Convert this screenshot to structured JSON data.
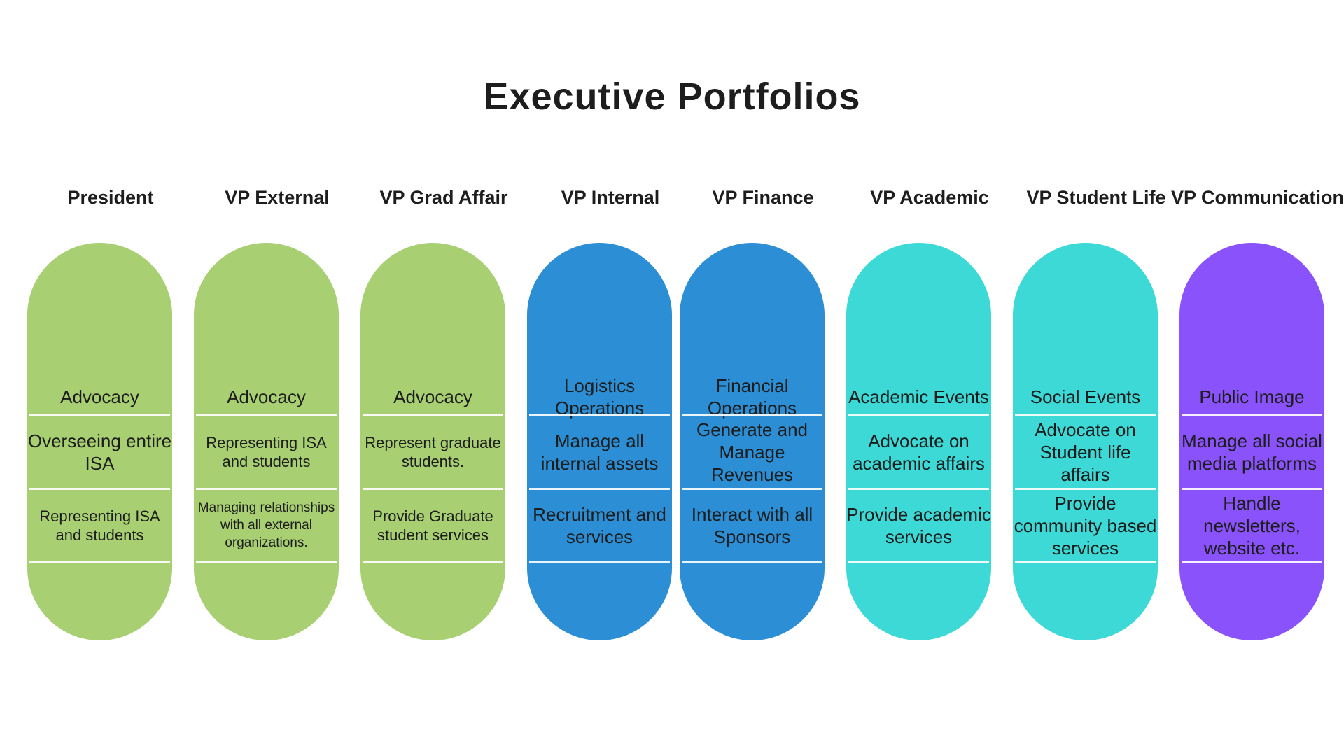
{
  "title": "Executive Portfolios",
  "colors": {
    "green": "#a8cf72",
    "blue": "#2c8fd6",
    "teal": "#3dd9d6",
    "purple": "#8a52fb"
  },
  "portfolios": [
    {
      "role": "President",
      "color": "#a8cf72",
      "duties": [
        "Advocacy",
        "Overseeing entire ISA",
        "Representing ISA and students"
      ]
    },
    {
      "role": "VP External",
      "color": "#a8cf72",
      "duties": [
        "Advocacy",
        "Representing ISA and students",
        "Managing relationships with all external organizations."
      ]
    },
    {
      "role": "VP Grad Affair",
      "color": "#a8cf72",
      "duties": [
        "Advocacy",
        "Represent graduate students.",
        "Provide Graduate student services"
      ]
    },
    {
      "role": "VP Internal",
      "color": "#2c8fd6",
      "duties": [
        "Logistics Operations",
        "Manage all internal assets",
        "Recruitment and services"
      ]
    },
    {
      "role": "VP Finance",
      "color": "#2c8fd6",
      "duties": [
        "Financial Operations",
        "Generate and Manage Revenues",
        "Interact with all Sponsors"
      ]
    },
    {
      "role": "VP Academic",
      "color": "#3dd9d6",
      "duties": [
        "Academic Events",
        "Advocate on academic affairs",
        "Provide academic services"
      ]
    },
    {
      "role": "VP Student Life",
      "color": "#3dd9d6",
      "duties": [
        "Social Events",
        "Advocate on Student life affairs",
        "Provide community based services"
      ]
    },
    {
      "role": "VP Communications",
      "color": "#8a52fb",
      "duties": [
        "Public Image",
        "Manage all social media platforms",
        "Handle newsletters, website etc."
      ]
    }
  ]
}
